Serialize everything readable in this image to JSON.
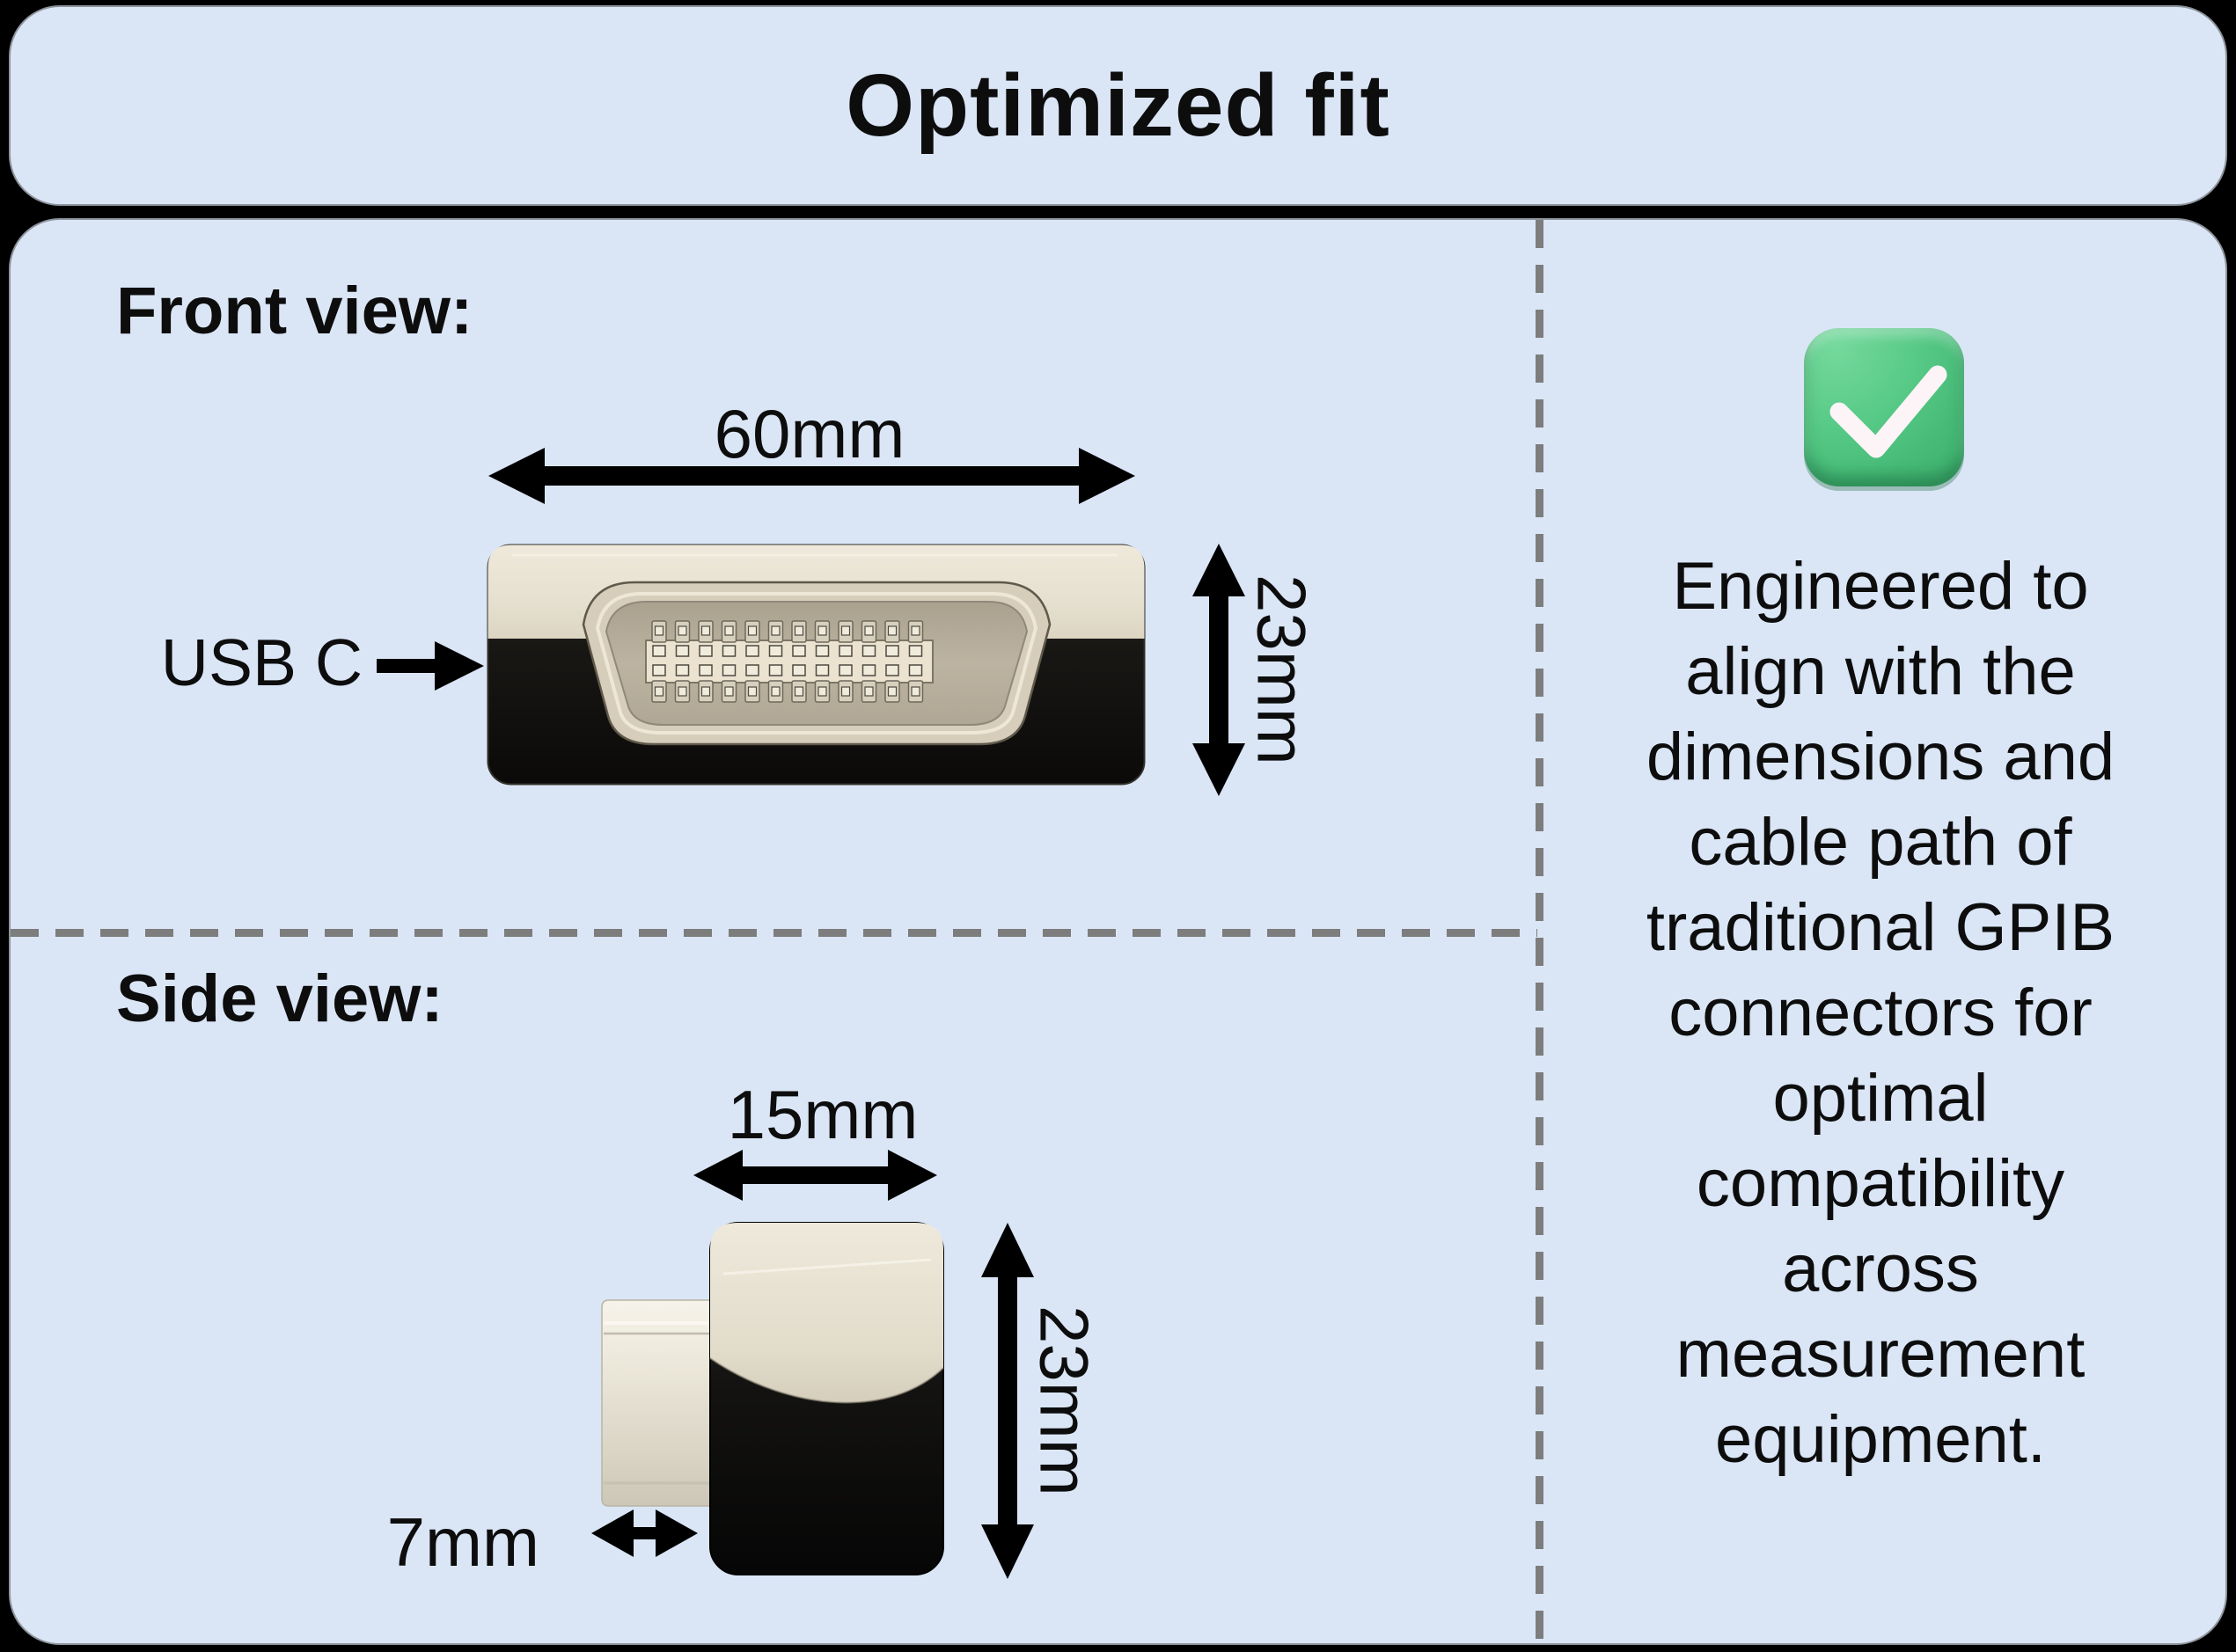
{
  "title": "Optimized fit",
  "front_view": {
    "label": "Front view:",
    "width_dim": "60mm",
    "height_dim": "23mm",
    "connector_label": "USB C"
  },
  "side_view": {
    "label": "Side view:",
    "width_dim": "15mm",
    "height_dim": "23mm",
    "depth_dim": "7mm"
  },
  "right_panel": {
    "icon": "check-mark-button-emoji",
    "lines": [
      "Engineered to",
      "align with the",
      "dimensions and",
      "cable path of",
      "traditional GPIB",
      "connectors for",
      "optimal",
      "compatibility",
      "across",
      "measurement",
      "equipment."
    ]
  },
  "colors": {
    "background": "#000000",
    "panel_blue": "#dae6f6",
    "divider_gray": "#7d7d7d",
    "check_green": "#4fc57f",
    "check_mark_white": "#fdf4f7",
    "connector_cream": "#e9e3d3",
    "connector_black": "#171512",
    "shield_metal": "#d6cdbb",
    "text": "#0d0d0d"
  }
}
